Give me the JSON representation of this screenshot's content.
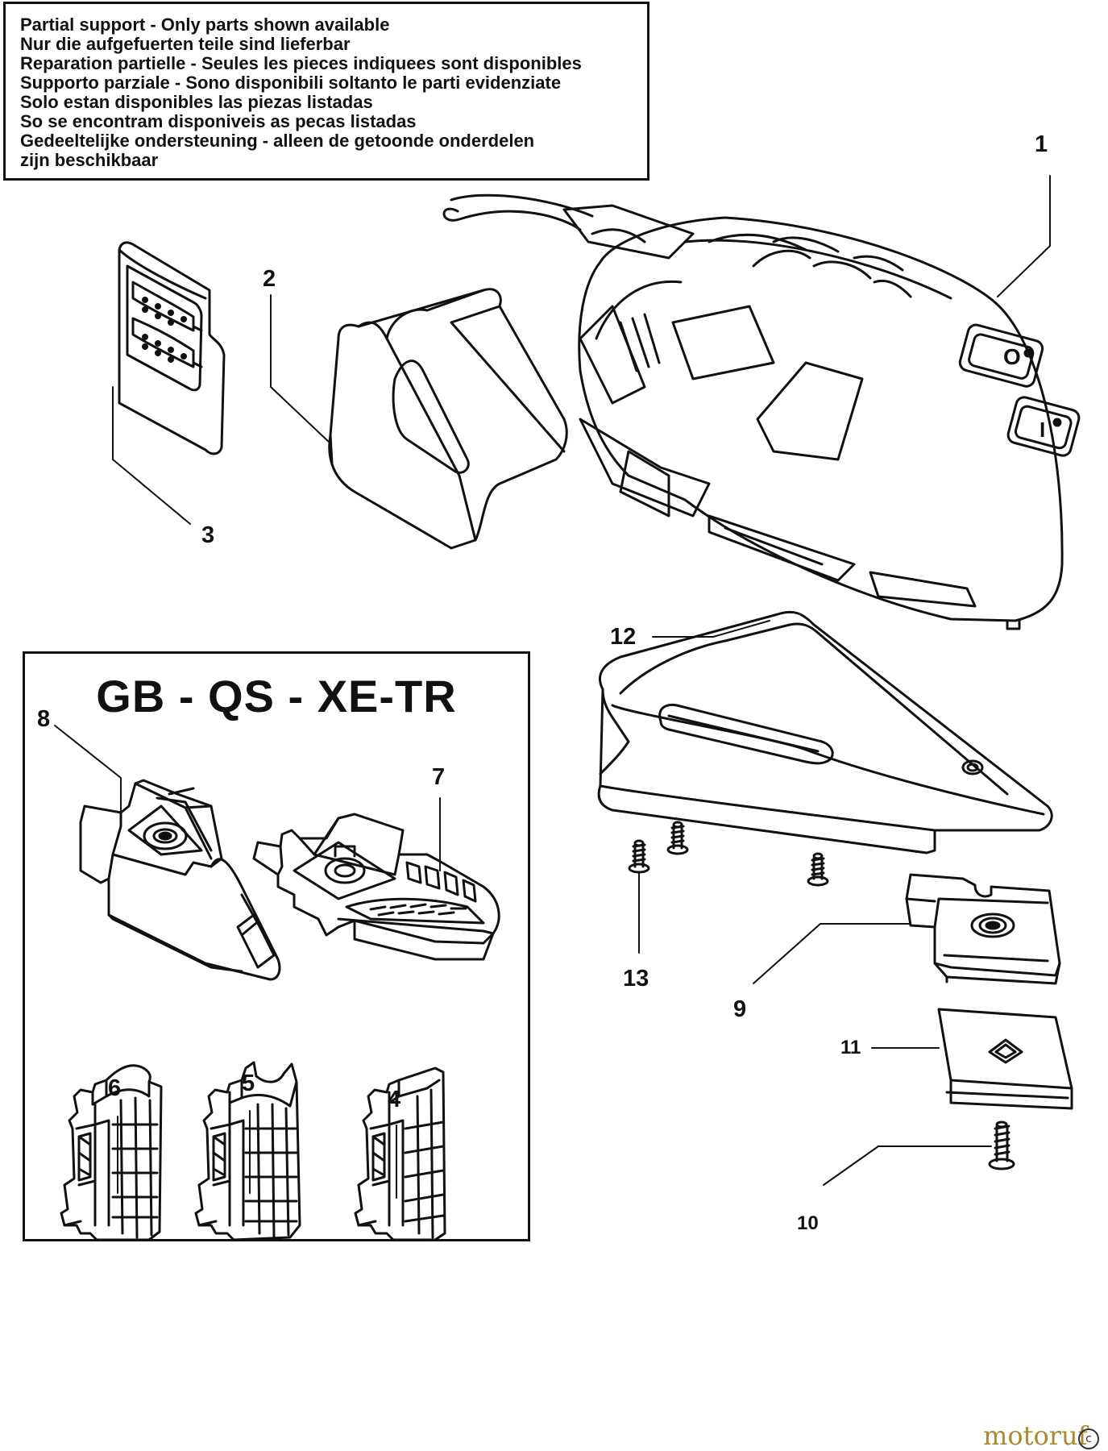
{
  "notice": {
    "lines": [
      "Partial support - Only parts shown available",
      "Nur die aufgefuerten teile sind lieferbar",
      "Reparation partielle - Seules les pieces indiquees sont disponibles",
      "Supporto parziale - Sono disponibili soltanto le parti evidenziate",
      "Solo estan disponibles las piezas listadas",
      "So se encontram disponiveis as pecas listadas",
      "Gedeeltelijke ondersteuning - alleen de getoonde onderdelen",
      "zijn beschikbaar"
    ]
  },
  "kit_box": {
    "title": "GB - QS - XE-TR"
  },
  "callouts": {
    "c1": "1",
    "c2": "2",
    "c3": "3",
    "c4": "4",
    "c5": "5",
    "c6": "6",
    "c7": "7",
    "c8": "8",
    "c9": "9",
    "c10": "10",
    "c11": "11",
    "c12": "12",
    "c13": "13"
  },
  "sander_switch": {
    "off_symbol": "O",
    "on_symbol": "I"
  },
  "watermark": {
    "text": "motoruf",
    "mark": "c"
  },
  "colors": {
    "line": "#111111",
    "watermark": "#a98a2e"
  }
}
